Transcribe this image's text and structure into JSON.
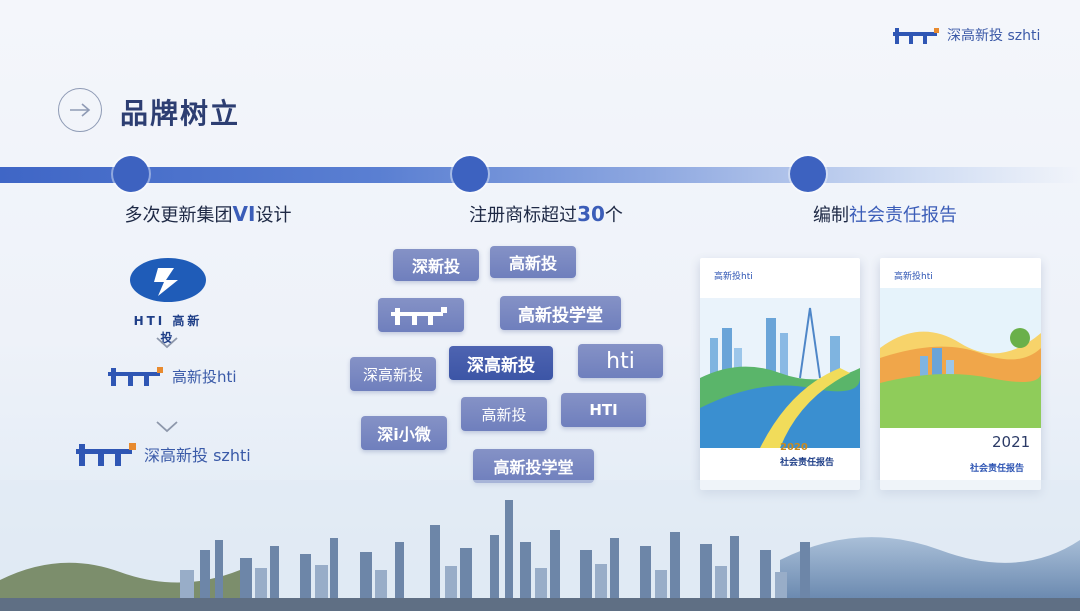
{
  "brand": {
    "logo_text": "深高新投 szhti"
  },
  "heading": {
    "title": "品牌树立"
  },
  "timeline": {
    "col1": {
      "prefix": "多次更新集团",
      "highlight": "VI",
      "suffix": "设计"
    },
    "col2": {
      "prefix": "注册商标超过",
      "highlight": "30",
      "suffix": "个"
    },
    "col3": {
      "prefix": "编制",
      "highlight": "社会责任报告",
      "suffix": ""
    }
  },
  "logos": {
    "logo1_text": "HTI 高新投",
    "logo2_text": "高新投hti",
    "logo3_text": "深高新投 szhti"
  },
  "trademarks": {
    "t1": "深新投",
    "t2": "高新投",
    "t4": "高新投学堂",
    "t5": "深高新投",
    "t6": "深高新投",
    "t7": "hti",
    "t8": "高新投",
    "t9": "HTI",
    "t10": "深i小微",
    "t11": "高新投学堂"
  },
  "reports": {
    "r1": {
      "brand": "高新投hti",
      "year": "2020",
      "title": "社会责任报告"
    },
    "r2": {
      "brand": "高新投hti",
      "year": "2021",
      "title": "社会责任报告"
    }
  },
  "colors": {
    "accent": "#3d62c0",
    "chip": "#7483c1",
    "title": "#2d3e72"
  }
}
